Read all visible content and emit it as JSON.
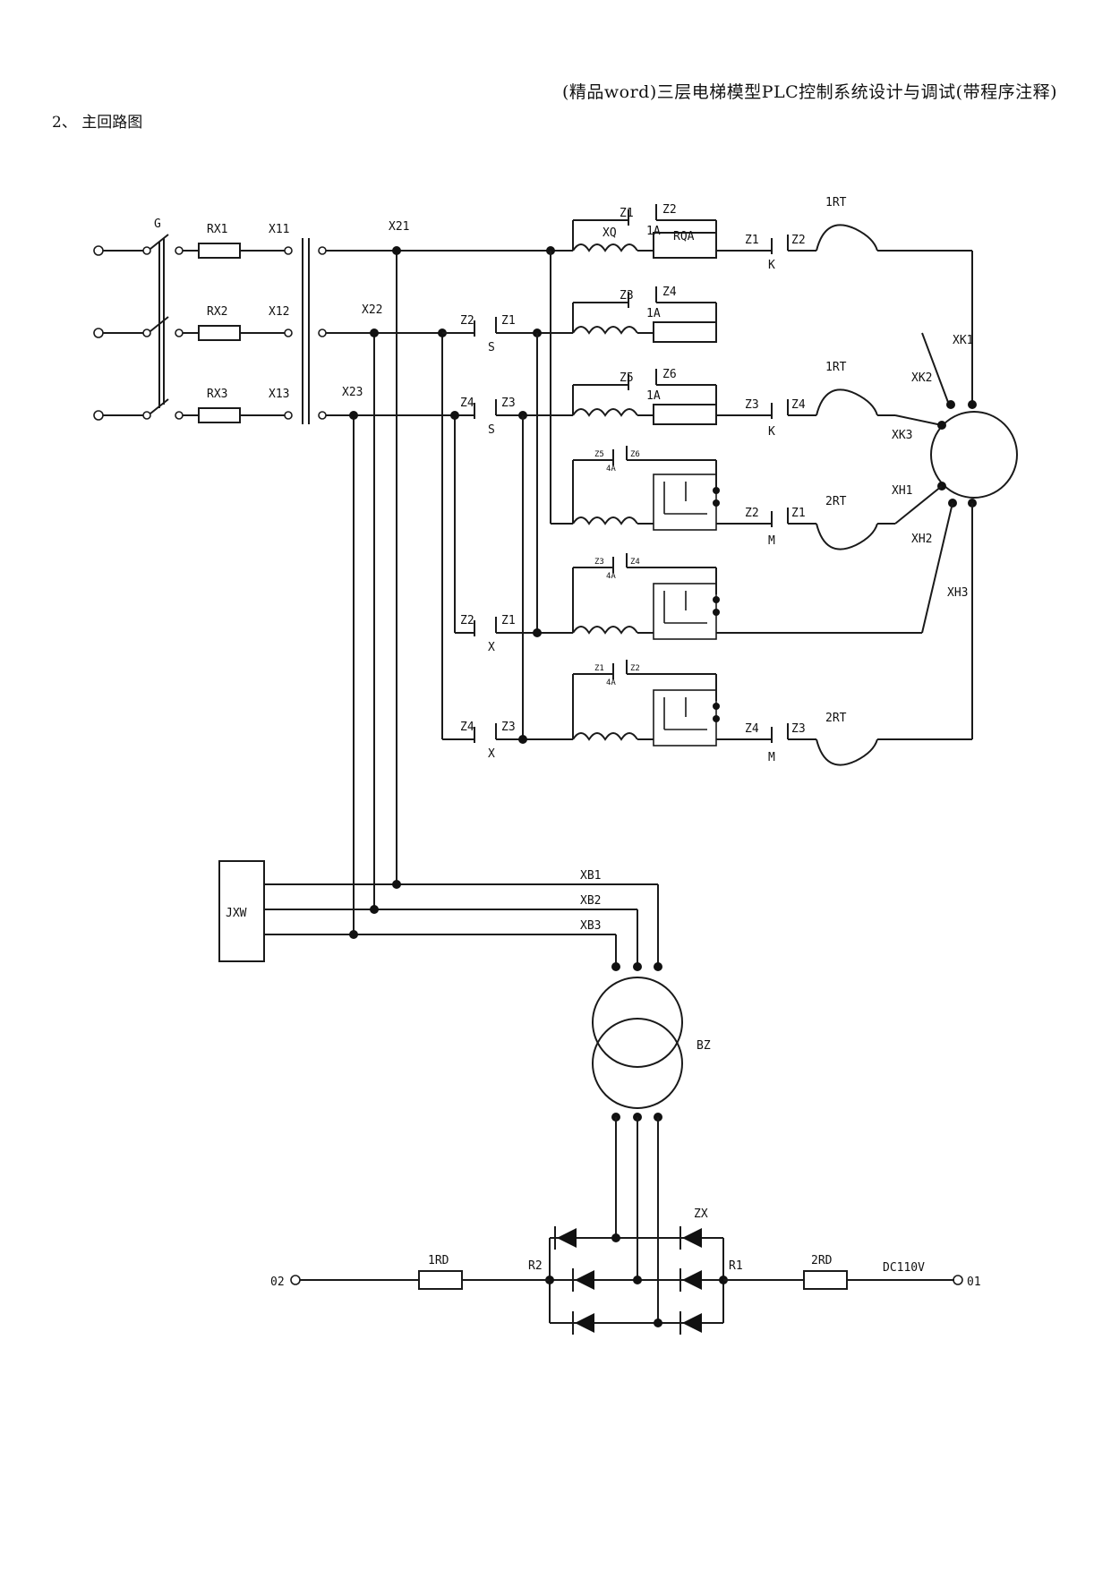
{
  "header": {
    "title": "(精品word)三层电梯模型PLC控制系统设计与调试(带程序注释)"
  },
  "section": {
    "heading": "2、 主回路图"
  },
  "diagram": {
    "labels": {
      "G": "G",
      "RX1": "RX1",
      "RX2": "RX2",
      "RX3": "RX3",
      "X11": "X11",
      "X12": "X12",
      "X13": "X13",
      "X21": "X21",
      "X22": "X22",
      "X23": "X23",
      "Z1": "Z1",
      "Z2": "Z2",
      "Z3": "Z3",
      "Z4": "Z4",
      "Z5": "Z5",
      "Z6": "Z6",
      "XQ": "XQ",
      "1A": "1A",
      "RQA": "RQA",
      "K": "K",
      "S": "S",
      "X": "X",
      "M": "M",
      "1RT": "1RT",
      "2RT": "2RT",
      "XK1": "XK1",
      "XK2": "XK2",
      "XK3": "XK3",
      "XH1": "XH1",
      "XH2": "XH2",
      "XH3": "XH3",
      "JXW": "JXW",
      "XB1": "XB1",
      "XB2": "XB2",
      "XB3": "XB3",
      "BZ": "BZ",
      "ZX": "ZX",
      "1RD": "1RD",
      "2RD": "2RD",
      "R1": "R1",
      "R2": "R2",
      "DC110V": "DC110V",
      "01": "01",
      "02": "02",
      "4A": "4A"
    }
  }
}
